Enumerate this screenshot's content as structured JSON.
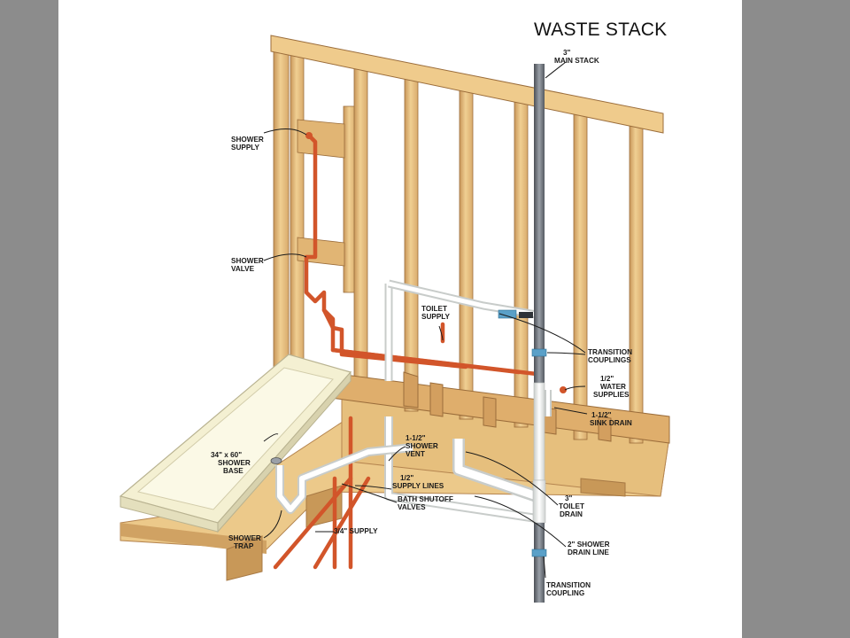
{
  "title": "WASTE STACK",
  "labels": {
    "main_stack": [
      "3\"",
      "MAIN STACK"
    ],
    "shower_supply": [
      "SHOWER",
      "SUPPLY"
    ],
    "shower_valve": [
      "SHOWER",
      "VALVE"
    ],
    "toilet_supply": [
      "TOILET",
      "SUPPLY"
    ],
    "transition_couplings": [
      "TRANSITION",
      "COUPLINGS"
    ],
    "water_supplies": [
      "1/2\"",
      "WATER",
      "SUPPLIES"
    ],
    "sink_drain": [
      "1-1/2\"",
      "SINK DRAIN"
    ],
    "shower_vent": [
      "1-1/2\"",
      "SHOWER",
      "VENT"
    ],
    "shower_base": [
      "34\" x 60\"",
      "SHOWER",
      "BASE"
    ],
    "supply_lines": [
      "1/2\"",
      "SUPPLY LINES"
    ],
    "shutoff_valves": [
      "BATH SHUTOFF",
      "VALVES"
    ],
    "toilet_drain": [
      "3\"",
      "TOILET",
      "DRAIN"
    ],
    "three_quarter_supply": [
      "3/4\" SUPPLY"
    ],
    "shower_trap": [
      "SHOWER",
      "TRAP"
    ],
    "shower_drain_line": [
      "2\" SHOWER",
      "DRAIN LINE"
    ],
    "transition_coupling": [
      "TRANSITION",
      "COUPLING"
    ]
  },
  "colors": {
    "wood": "#e8c27e",
    "wood_dark": "#c7975a",
    "copper": "#d2552a",
    "pvc": "#eef0ee",
    "cast_iron": "#6d7178",
    "coupling": "#5aa0c8"
  }
}
